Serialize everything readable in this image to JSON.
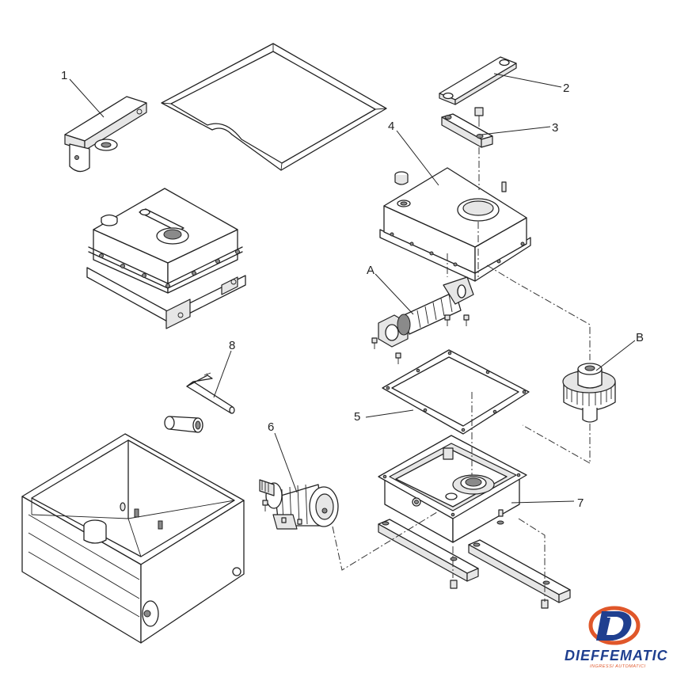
{
  "labels": {
    "part_1": "1",
    "part_2": "2",
    "part_3": "3",
    "part_4": "4",
    "part_5": "5",
    "part_6": "6",
    "part_7": "7",
    "part_8": "8",
    "part_A": "A",
    "part_B": "B"
  },
  "logo": {
    "name": "DIEFFEMATIC",
    "tagline": "INGRESSI AUTOMATICI",
    "colors": {
      "primary": "#1f3f8f",
      "accent": "#e0572a"
    }
  }
}
